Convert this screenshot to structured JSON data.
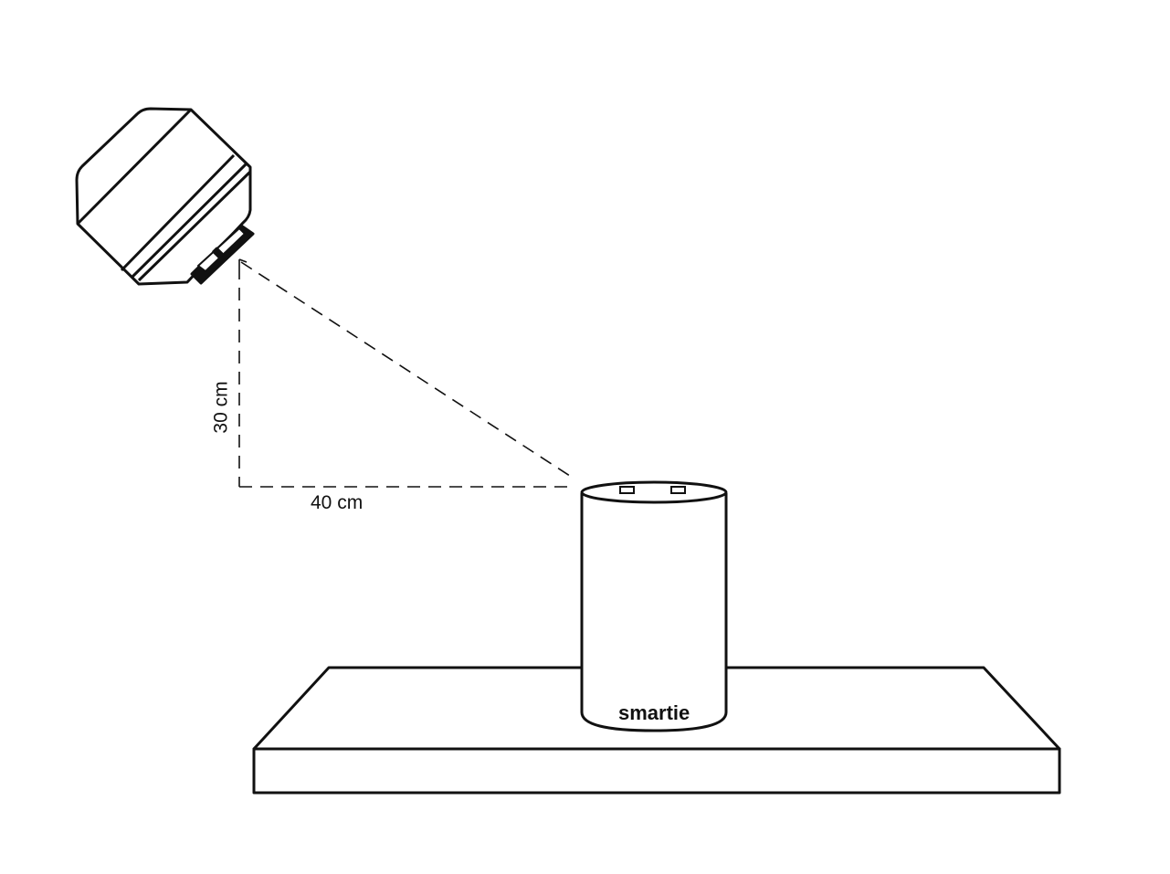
{
  "diagram": {
    "horizontal_distance_label": "40 cm",
    "vertical_distance_label": "30 cm",
    "device_brand_label": "smartie",
    "line_color": "#111111",
    "background_color": "#ffffff"
  }
}
